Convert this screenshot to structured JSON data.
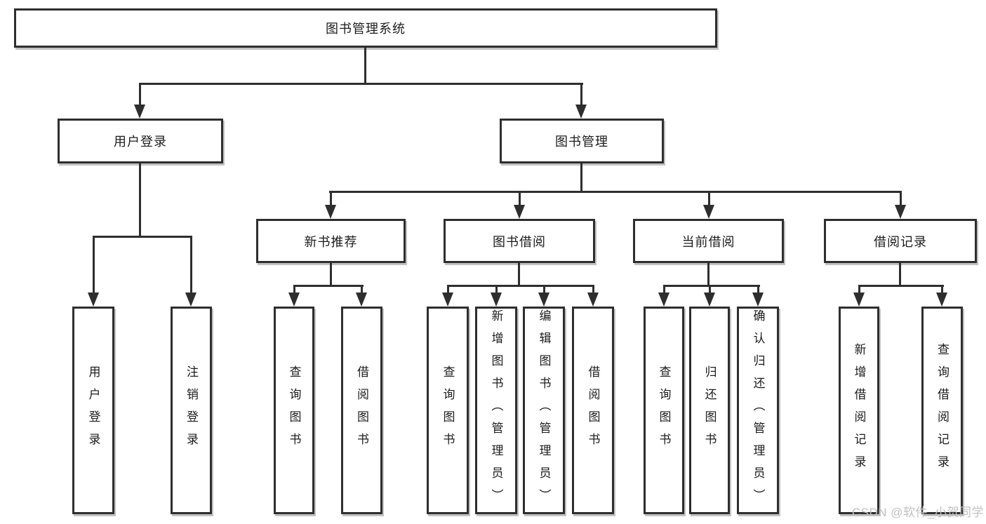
{
  "tree": {
    "label": "图书管理系统",
    "children": [
      {
        "label": "用户登录",
        "children": [
          {
            "label": "用户登录"
          },
          {
            "label": "注销登录"
          }
        ]
      },
      {
        "label": "图书管理",
        "children": [
          {
            "label": "新书推荐",
            "children": [
              {
                "label": "查询图书"
              },
              {
                "label": "借阅图书"
              }
            ]
          },
          {
            "label": "图书借阅",
            "children": [
              {
                "label": "查询图书"
              },
              {
                "label": "新增图书（管理员）"
              },
              {
                "label": "编辑图书（管理员）"
              },
              {
                "label": "借阅图书"
              }
            ]
          },
          {
            "label": "当前借阅",
            "children": [
              {
                "label": "查询图书"
              },
              {
                "label": "归还图书"
              },
              {
                "label": "确认归还（管理员）"
              }
            ]
          },
          {
            "label": "借阅记录",
            "children": [
              {
                "label": "新增借阅记录"
              },
              {
                "label": "查询借阅记录"
              }
            ]
          }
        ]
      }
    ]
  },
  "watermark": "CSDN @软件_小贺同学",
  "colors": {
    "line": "#2e2e2e",
    "box_background": "#ffffff",
    "text": "#1c1c1c",
    "watermark": "#c1c1c6"
  }
}
